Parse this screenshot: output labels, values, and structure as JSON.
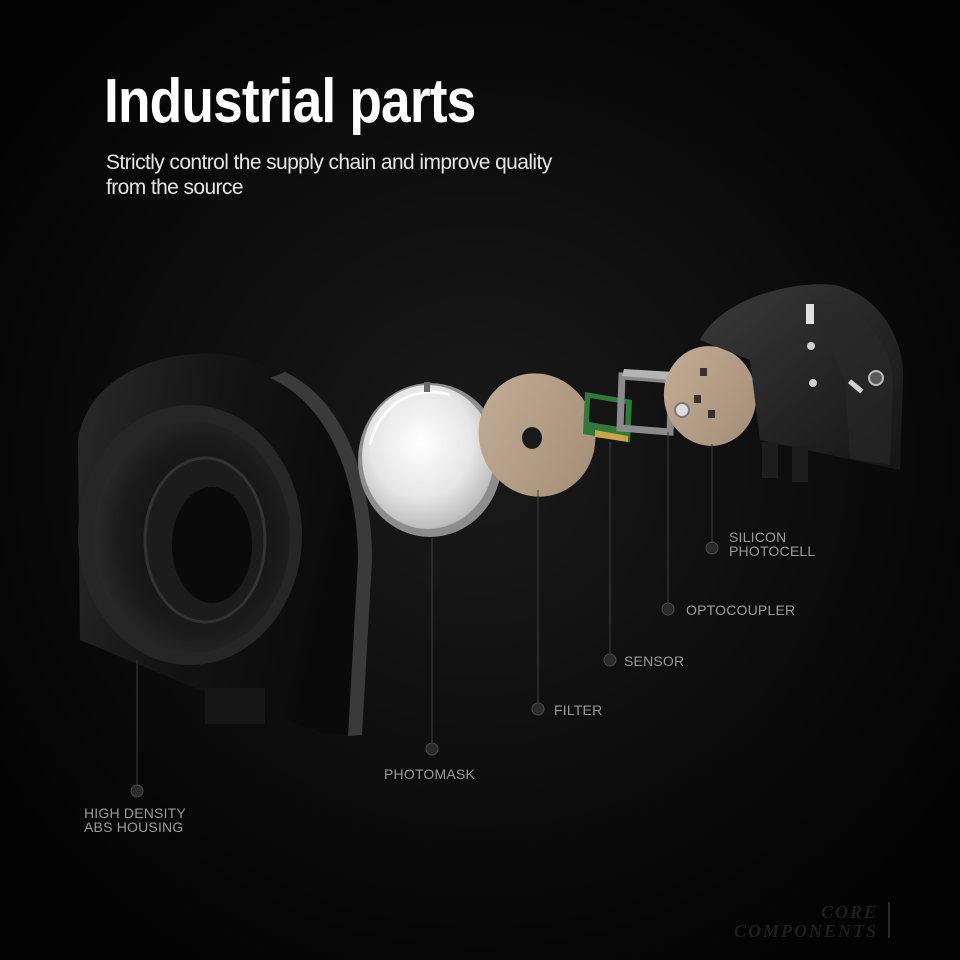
{
  "header": {
    "title": "Industrial parts",
    "subtitle": "Strictly control the supply chain and improve quality from the source"
  },
  "labels": {
    "housing": [
      "HIGH DENSITY",
      "ABS HOUSING"
    ],
    "photomask": "PHOTOMASK",
    "filter": "FILTER",
    "sensor": "SENSOR",
    "optocoupler": "OPTOCOUPLER",
    "photocell": [
      "SILICON",
      "PHOTOCELL"
    ]
  },
  "watermark": {
    "line1": "CORE",
    "line2": "COMPONENTS"
  },
  "colors": {
    "background": "#050505",
    "title": "#ffffff",
    "label": "#9a9a9a",
    "disc": "#b59f88",
    "pcb": "#2f7a3a"
  }
}
